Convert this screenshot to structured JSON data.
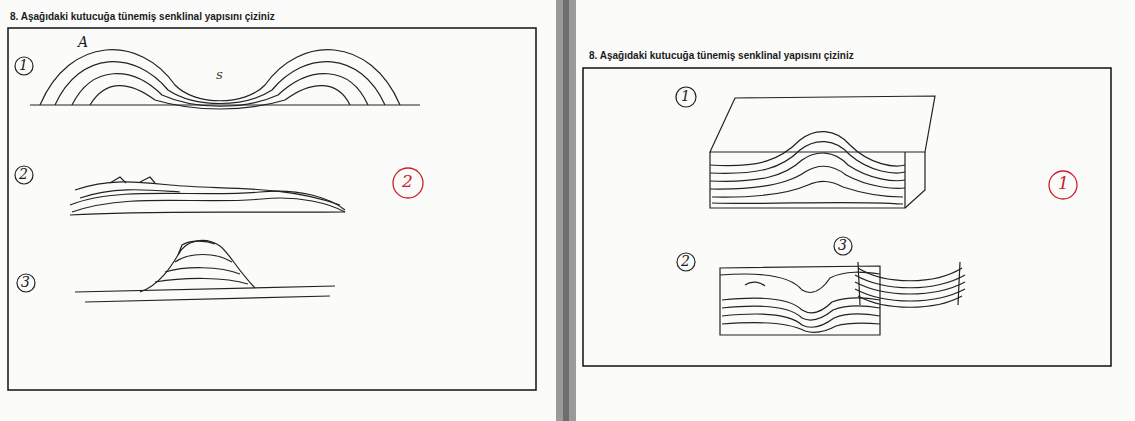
{
  "diagram": {
    "labels": [
      "8. Aşağıdaki kutucuğa tünemiş senklinal yapısını çiziniz",
      "1",
      "2",
      "3",
      "A",
      "S",
      "2",
      "8. Aşağıdaki kutucuğa tünemiş senklinal yapısını çiziniz",
      "1",
      "2",
      "3",
      "1"
    ]
  }
}
